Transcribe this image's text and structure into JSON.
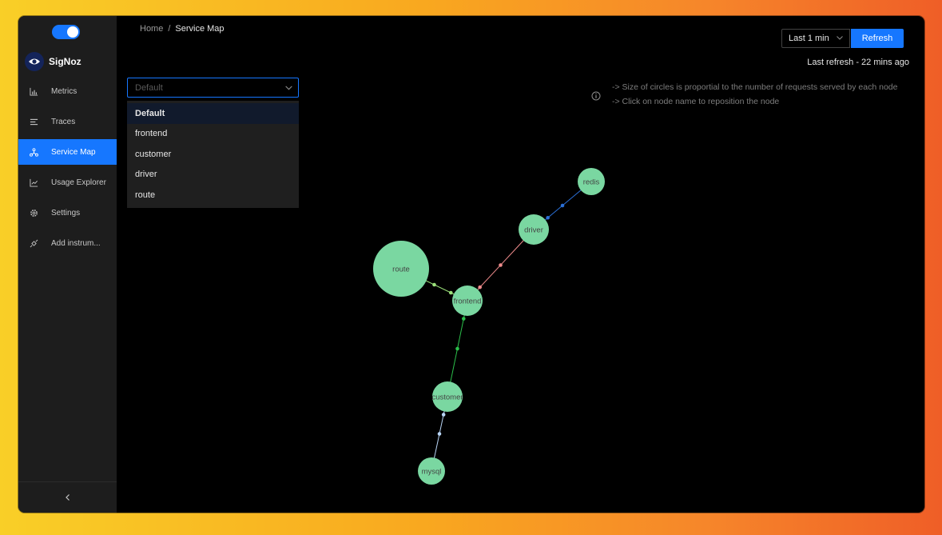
{
  "sidebar": {
    "brand": "SigNoz",
    "items": [
      {
        "label": "Metrics",
        "icon": "bar-chart-icon",
        "active": false
      },
      {
        "label": "Traces",
        "icon": "align-left-icon",
        "active": false
      },
      {
        "label": "Service Map",
        "icon": "deployment-unit-icon",
        "active": true
      },
      {
        "label": "Usage Explorer",
        "icon": "line-chart-icon",
        "active": false
      },
      {
        "label": "Settings",
        "icon": "gear-icon",
        "active": false
      },
      {
        "label": "Add instrum...",
        "icon": "api-icon",
        "active": false
      }
    ],
    "collapse_icon": "chevron-left-icon"
  },
  "header": {
    "breadcrumb": [
      "Home",
      "Service Map"
    ],
    "time_range": "Last 1 min",
    "refresh_label": "Refresh",
    "last_refresh": "Last refresh - 22 mins ago"
  },
  "service_filter": {
    "value": "Default",
    "options": [
      "Default",
      "frontend",
      "customer",
      "driver",
      "route"
    ]
  },
  "info": {
    "lines": [
      "-> Size of circles is proportial to the number of requests served by each node",
      "-> Click on node name to reposition the node"
    ]
  },
  "colors": {
    "accent": "#1677ff",
    "node": "#7ad7a1",
    "background": "#000000"
  },
  "graph": {
    "nodes": [
      {
        "id": "redis",
        "label": "redis"
      },
      {
        "id": "driver",
        "label": "driver"
      },
      {
        "id": "route",
        "label": "route"
      },
      {
        "id": "frontend",
        "label": "frontend"
      },
      {
        "id": "customer",
        "label": "customer"
      },
      {
        "id": "mysql",
        "label": "mysql"
      }
    ],
    "links": [
      {
        "source": "driver",
        "target": "redis",
        "color": "#2a6fd6"
      },
      {
        "source": "frontend",
        "target": "driver",
        "color": "#f08c8c"
      },
      {
        "source": "frontend",
        "target": "route",
        "color": "#9be07a"
      },
      {
        "source": "frontend",
        "target": "customer",
        "color": "#2bbf4a"
      },
      {
        "source": "customer",
        "target": "mysql",
        "color": "#b8d4f5"
      }
    ]
  }
}
